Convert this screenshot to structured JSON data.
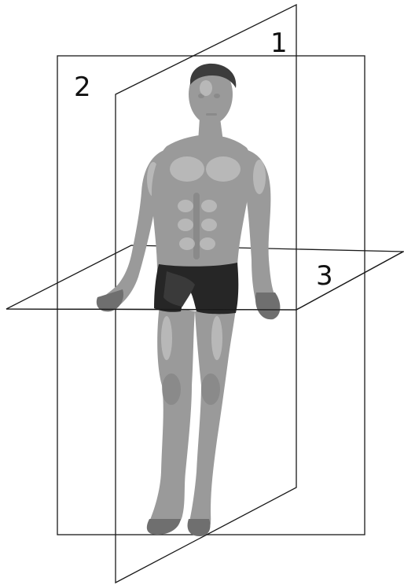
{
  "diagram": {
    "planes": [
      {
        "label": "1"
      },
      {
        "label": "2"
      },
      {
        "label": "3"
      }
    ],
    "figure_icon": "standing-human-figure"
  }
}
